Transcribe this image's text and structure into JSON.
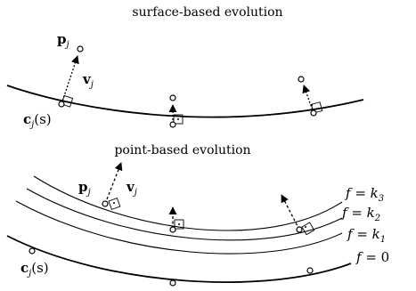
{
  "diagram": {
    "top": {
      "title": "surface-based evolution",
      "point_label": {
        "base": "p",
        "sub": "j"
      },
      "vector_label": {
        "base": "v",
        "sub": "j"
      },
      "surface_point_label": {
        "base": "c",
        "sub": "j",
        "arg": "(s)"
      }
    },
    "bottom": {
      "title": "point-based evolution",
      "point_label": {
        "base": "p",
        "sub": "j"
      },
      "vector_label": {
        "base": "v",
        "sub": "j"
      },
      "surface_point_label": {
        "base": "c",
        "sub": "j",
        "arg": "(s)"
      },
      "level_sets": [
        {
          "lhs": "f",
          "eq": " = ",
          "rhs": "k",
          "sub": "3"
        },
        {
          "lhs": "f",
          "eq": " = ",
          "rhs": "k",
          "sub": "2"
        },
        {
          "lhs": "f",
          "eq": " = ",
          "rhs": "k",
          "sub": "1"
        },
        {
          "lhs": "f",
          "eq": " = ",
          "rhs": "0",
          "sub": ""
        }
      ]
    }
  }
}
